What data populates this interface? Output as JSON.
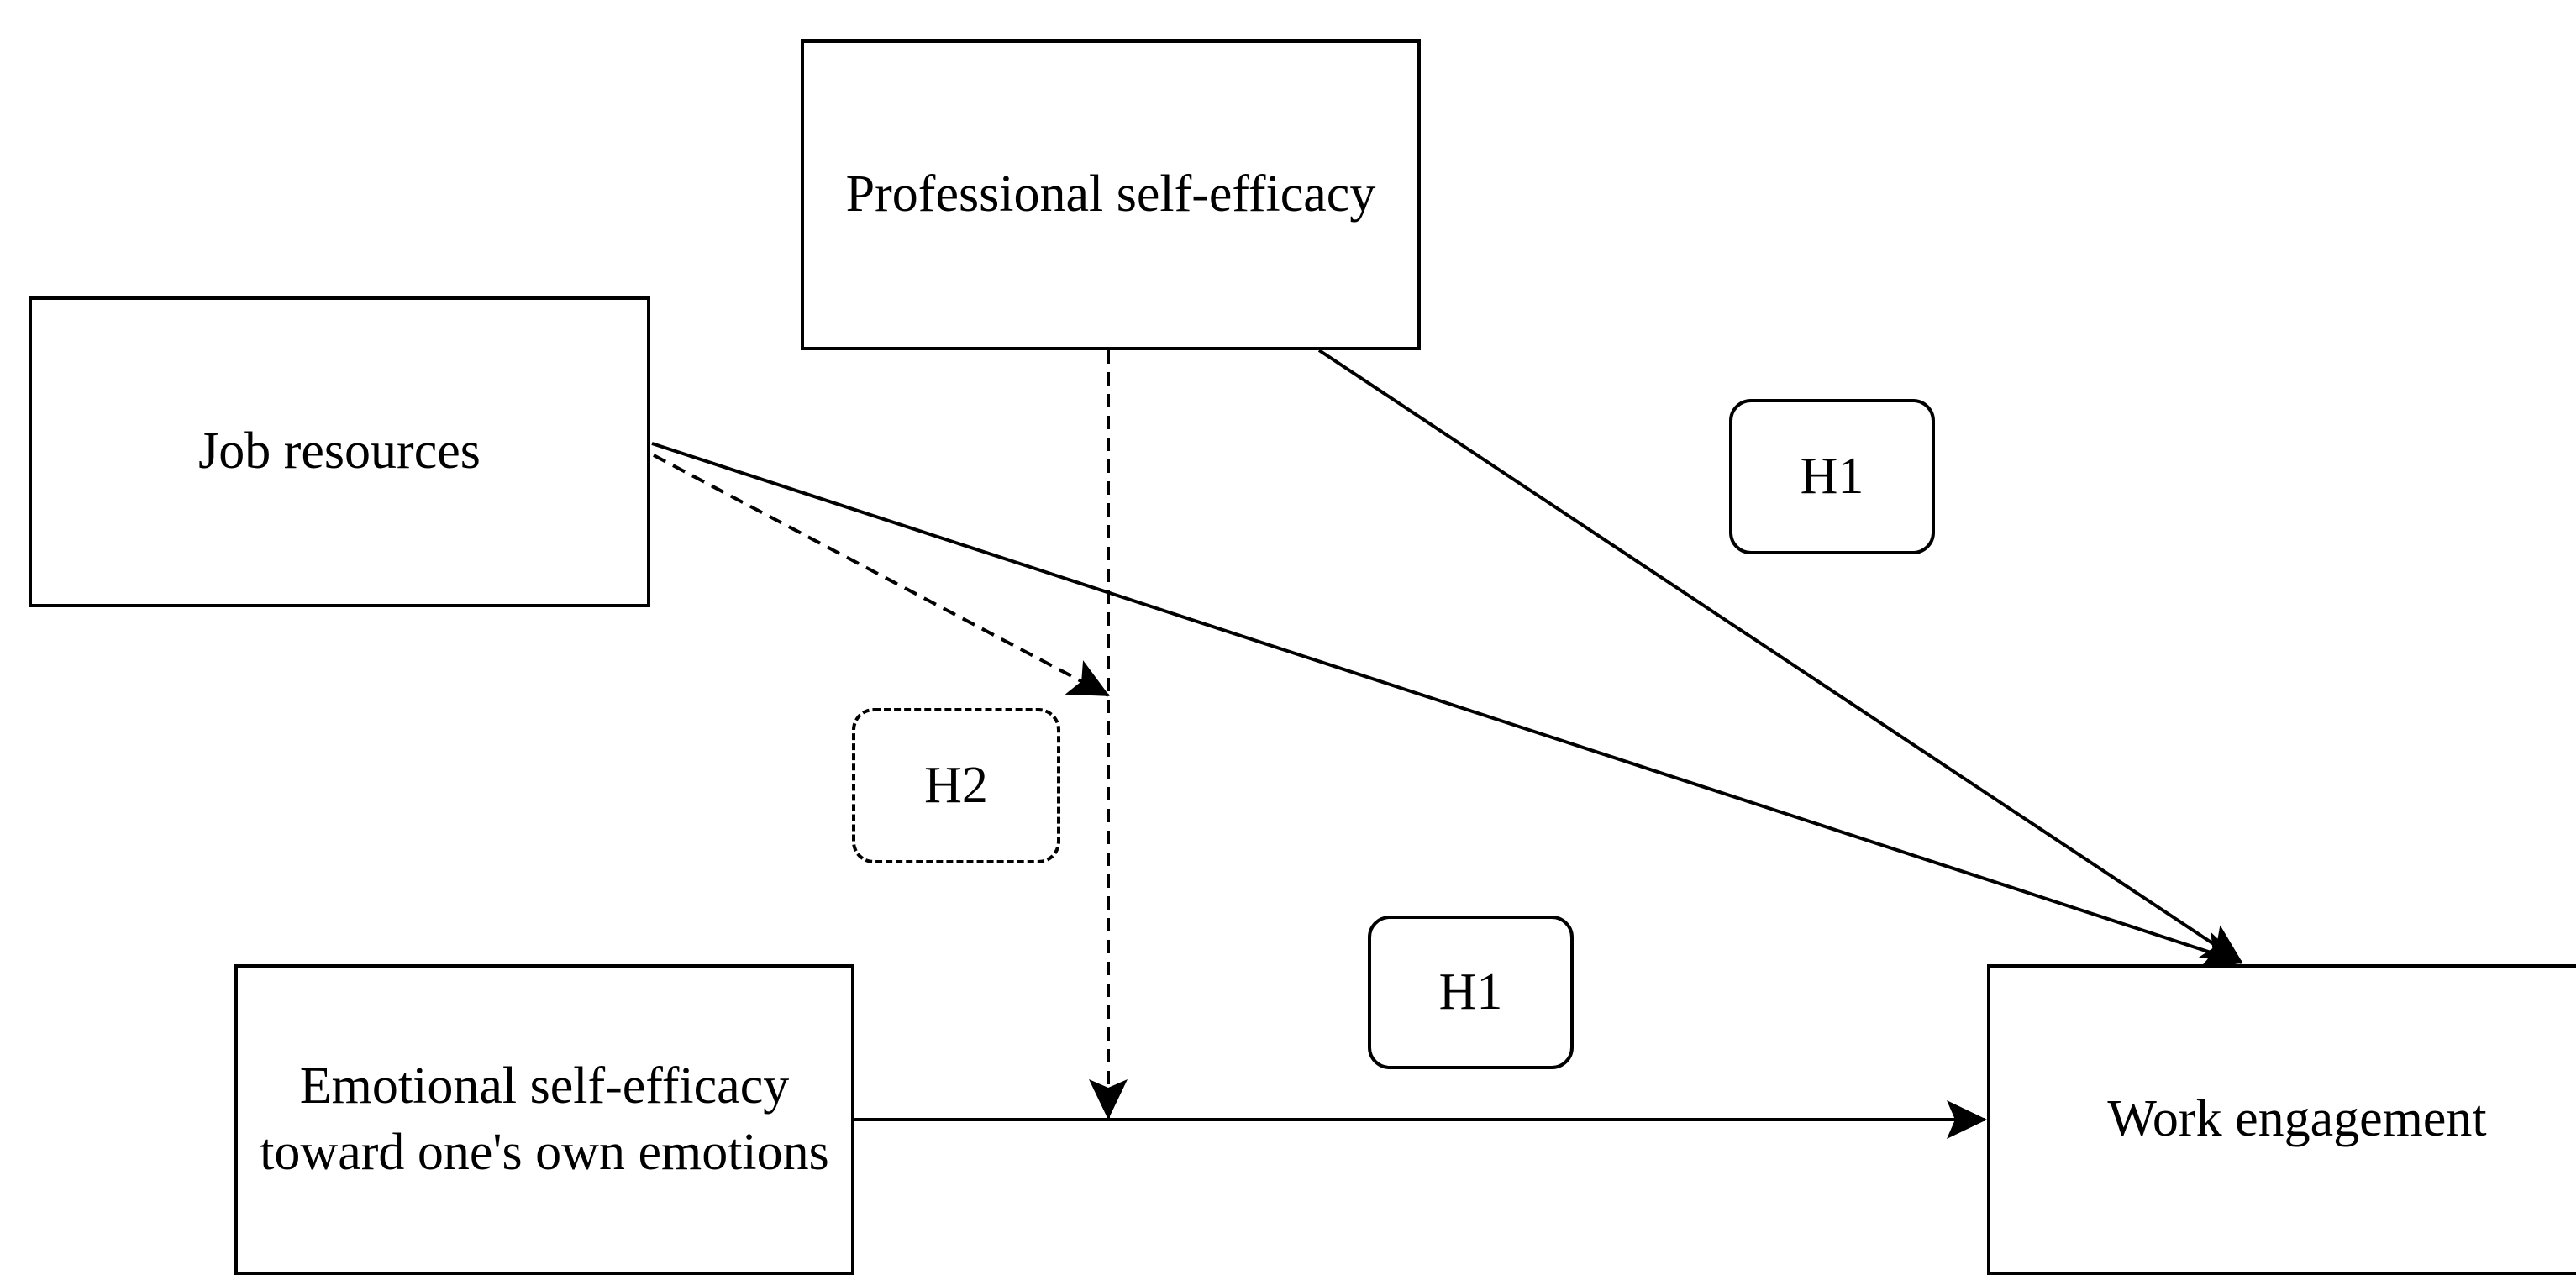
{
  "nodes": {
    "professional_self_efficacy": "Professional self-efficacy",
    "job_resources": "Job resources",
    "emotional_self_efficacy": "Emotional self-efficacy toward one's own emotions",
    "work_engagement": "Work engagement"
  },
  "hypotheses": {
    "h1_top": "H1",
    "h2": "H2",
    "h1_bottom": "H1"
  },
  "edges": [
    {
      "from": "professional_self_efficacy",
      "to": "work_engagement",
      "style": "solid",
      "label": "H1"
    },
    {
      "from": "job_resources",
      "to": "work_engagement",
      "style": "solid"
    },
    {
      "from": "emotional_self_efficacy",
      "to": "work_engagement",
      "style": "solid",
      "label": "H1"
    },
    {
      "from": "job_resources",
      "to": "moderation_path",
      "style": "dashed",
      "label": "H2"
    },
    {
      "from": "professional_self_efficacy",
      "to": "emotional_self_efficacy_path",
      "style": "dashed",
      "label": "H2"
    }
  ],
  "colors": {
    "stroke": "#000000",
    "background": "#ffffff"
  }
}
